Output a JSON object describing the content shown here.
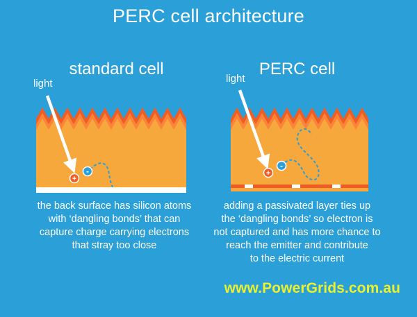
{
  "title": "PERC cell architecture",
  "panels": {
    "standard": {
      "heading": "standard cell",
      "light_label": "light",
      "caption": "the back surface has silicon atoms\nwith ‘dangling bonds’ that can\ncapture charge carrying electrons\nthat stray too close",
      "hole_symbol": "+",
      "electron_symbol": "-"
    },
    "perc": {
      "heading": "PERC cell",
      "light_label": "light",
      "caption": "adding a passivated layer ties up\nthe ‘dangling bonds’ so electron is\nnot captured and has more chance to\nreach the emitter and contribute\nto the electric current",
      "hole_symbol": "+",
      "electron_symbol": "-"
    }
  },
  "website": "www.PowerGrids.com.au",
  "colors": {
    "background": "#2a9fd8",
    "cell_body": "#f7a83c",
    "texture_dark": "#ef5d24",
    "texture_light": "#f9843a",
    "back_contact": "#ffffff",
    "passivation": "#ef5d24",
    "hole": "#ef5d24",
    "electron": "#2a9fd8",
    "website_text": "#ecf12e"
  }
}
